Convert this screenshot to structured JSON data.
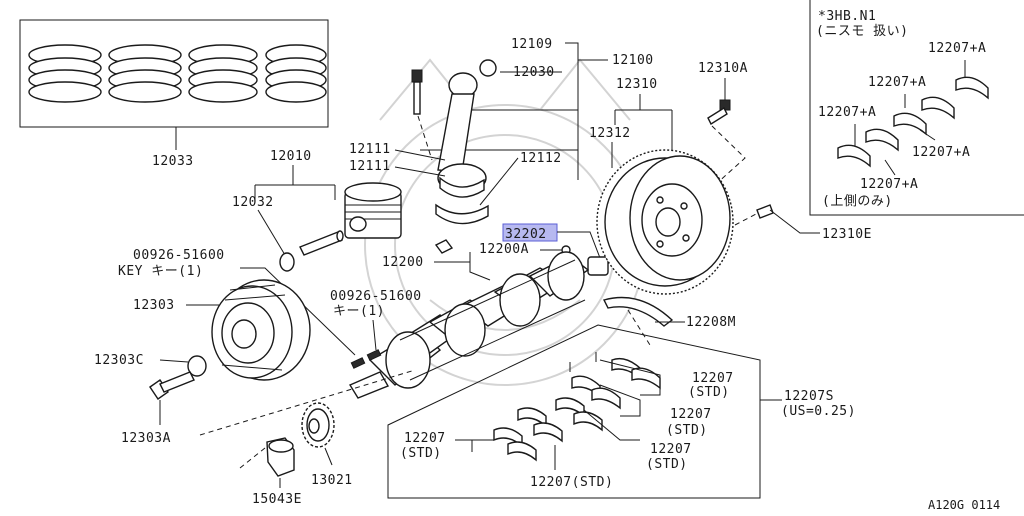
{
  "diagram_id": "A120G 0114",
  "labels": {
    "p12033": "12033",
    "p12010": "12010",
    "p12032": "12032",
    "p00926a": "00926-51600",
    "p00926a_key": "KEY キー(1)",
    "p12303": "12303",
    "p12303c": "12303C",
    "p12303a": "12303A",
    "p00926b": "00926-51600",
    "p00926b_key": "キー(1)",
    "p13021": "13021",
    "p15043e": "15043E",
    "p12109": "12109",
    "p12100": "12100",
    "p12030": "12030",
    "p12111a": "12111",
    "p12111b": "12111",
    "p12112": "12112",
    "p32202": "32202",
    "p12200a": "12200A",
    "p12200": "12200",
    "p12310a": "12310A",
    "p12310": "12310",
    "p12312": "12312",
    "p12310e": "12310E",
    "p12208m": "12208M",
    "p12207_1": "12207",
    "p12207_1s": "(STD)",
    "p12207_2": "12207",
    "p12207_2s": "(STD)",
    "p12207_3": "12207",
    "p12207_3s": "(STD)",
    "p12207_4": "12207",
    "p12207_4s": "(STD)",
    "p12207_5": "12207(STD)",
    "p12207s": "12207S",
    "p12207s_sub": "(US=0.25)"
  },
  "inset": {
    "title_1": "*3HB.N1",
    "title_2": "(ニスモ 扱い)",
    "a1": "12207+A",
    "a2": "12207+A",
    "a3": "12207+A",
    "a4": "12207+A",
    "a5": "12207+A",
    "footer": "(上側のみ)"
  },
  "highlight_color": "#b7b9f0"
}
